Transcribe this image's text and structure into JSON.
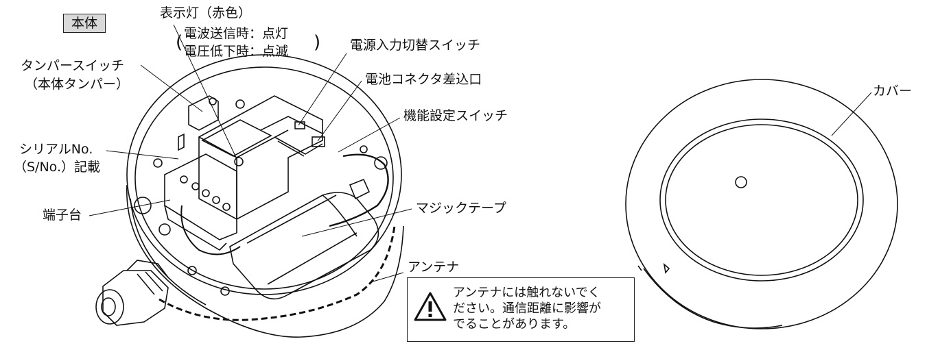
{
  "labels": {
    "hontai": "本体",
    "indicator": "表示灯（赤色）",
    "indicator_sub1": "電波送信時：点灯",
    "indicator_sub2": "電圧低下時：点滅",
    "power_switch": "電源入力切替スイッチ",
    "battery_connector": "電池コネクタ差込口",
    "function_switch": "機能設定スイッチ",
    "tamper_switch": "タンパースイッチ",
    "tamper_sub": "（本体タンパー）",
    "serial_no": "シリアルNo.",
    "serial_sub": "（S/No.）記載",
    "terminal_block": "端子台",
    "magic_tape": "マジックテープ",
    "antenna": "アンテナ",
    "cover": "カバー"
  },
  "warning": {
    "line1": "アンテナには触れないでく",
    "line2": "ださい。通信距離に影響が",
    "line3": "でることがあります。"
  }
}
